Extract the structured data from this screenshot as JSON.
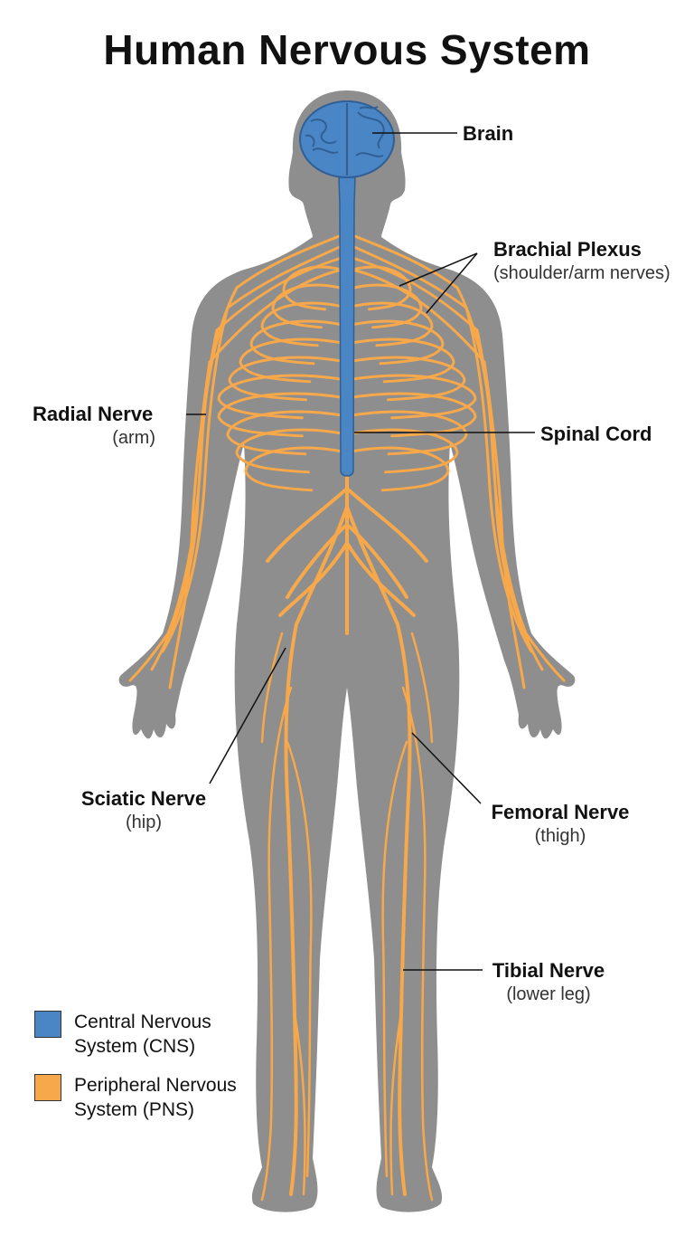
{
  "title": "Human Nervous System",
  "colors": {
    "body": "#8e8e8e",
    "cns": "#4a86c5",
    "pns": "#f6a84a",
    "leader_line": "#111111"
  },
  "labels": {
    "brain": {
      "name": "Brain",
      "sub": ""
    },
    "brachial_plexus": {
      "name": "Brachial Plexus",
      "sub": "(shoulder/arm nerves)"
    },
    "radial_nerve": {
      "name": "Radial Nerve",
      "sub": "(arm)"
    },
    "spinal_cord": {
      "name": "Spinal Cord",
      "sub": ""
    },
    "sciatic_nerve": {
      "name": "Sciatic Nerve",
      "sub": "(hip)"
    },
    "femoral_nerve": {
      "name": "Femoral Nerve",
      "sub": "(thigh)"
    },
    "tibial_nerve": {
      "name": "Tibial Nerve",
      "sub": "(lower leg)"
    }
  },
  "legend": [
    {
      "label": "Central Nervous\nSystem (CNS)",
      "color": "#4a86c5"
    },
    {
      "label": "Peripheral Nervous\nSystem (PNS)",
      "color": "#f6a84a"
    }
  ]
}
